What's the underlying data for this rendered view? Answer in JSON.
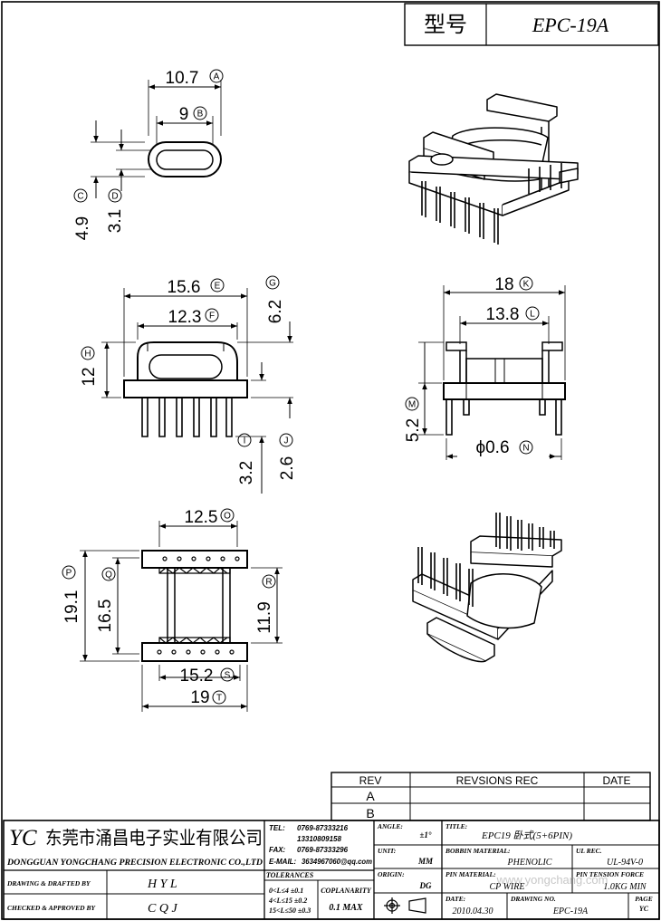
{
  "header": {
    "model_label": "型号",
    "model_value": "EPC-19A"
  },
  "dimensions": {
    "A": "10.7",
    "B": "9",
    "C": "4.9",
    "D": "3.1",
    "E": "15.6",
    "F": "12.3",
    "G": "6.2",
    "H": "12",
    "I": "3.2",
    "J": "2.6",
    "K": "18",
    "L": "13.8",
    "M": "5.2",
    "N": "ϕ0.6",
    "O": "12.5",
    "P": "19.1",
    "Q": "16.5",
    "R": "11.9",
    "S": "15.2",
    "T": "19"
  },
  "dim_markers": {
    "A": "A",
    "B": "B",
    "C": "C",
    "D": "D",
    "E": "E",
    "F": "F",
    "G": "G",
    "H": "H",
    "I": "I",
    "J": "J",
    "K": "K",
    "L": "L",
    "M": "M",
    "N": "N",
    "O": "O",
    "P": "P",
    "Q": "Q",
    "R": "R",
    "S": "S",
    "T": "T"
  },
  "revisions": {
    "col_rev": "REV",
    "col_rec": "REVSIONS REC",
    "col_date": "DATE",
    "rows": [
      "A",
      "B"
    ]
  },
  "company": {
    "logo": "YC",
    "name_cn": "东莞市涌昌电子实业有限公司",
    "name_en": "DONGGUAN YONGCHANG PRECISION ELECTRONIC CO.,LTD",
    "tel_label": "TEL:",
    "tel_1": "0769-87333216",
    "tel_2": "13310809158",
    "fax_label": "FAX:",
    "fax": "0769-87333296",
    "email_label": "E-MAIL:",
    "email": "3634967060@qq.com"
  },
  "signoff": {
    "drawn_label": "DRAWING & DRAFTED BY",
    "drawn_value": "H Y L",
    "checked_label": "CHECKED & APPROVED BY",
    "checked_value": "C Q J"
  },
  "tolerances": {
    "title": "TOLERANCES",
    "line1": "0<L≤4   ±0.1",
    "line2": "4<L≤15  ±0.2",
    "line3": "15<L≤50  ±0.3",
    "coplanarity_label": "COPLANARITY",
    "coplanarity_value": "0.1 MAX"
  },
  "title_block": {
    "angle_label": "ANGLE:",
    "angle_value": "±1°",
    "unit_label": "UNIT:",
    "unit_value": "MM",
    "origin_label": "ORIGIN:",
    "origin_value": "DG",
    "title_label": "TITLE:",
    "title_value": "EPC19 卧式(5+6PIN)",
    "bobbin_label": "BOBBIN MATERIAL:",
    "bobbin_value": "PHENOLIC",
    "ul_label": "UL REC.",
    "ul_value": "UL-94V-0",
    "pin_label": "PIN MATERIAL:",
    "pin_value": "CP WIRE",
    "tension_label": "PIN TENSION FORCE",
    "tension_value": "1.0KG MIN",
    "date_label": "DATE:",
    "date_value": "2010.04.30",
    "drawing_label": "DRAWING NO.",
    "drawing_value": "EPC-19A",
    "page_label": "PAGE",
    "page_value": "YC"
  },
  "watermark": "www.yongchang.com"
}
